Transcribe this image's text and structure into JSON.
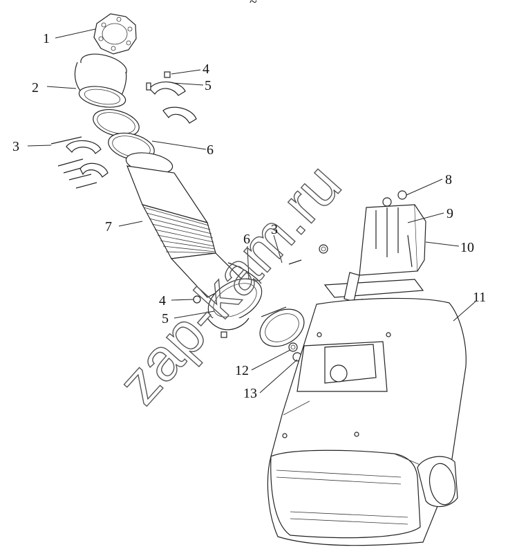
{
  "diagram": {
    "watermark": "zap-kam.ru",
    "top_mark": "~",
    "callouts": [
      "1",
      "2",
      "3",
      "4",
      "5",
      "6",
      "7",
      "3",
      "6",
      "4",
      "5",
      "8",
      "9",
      "10",
      "11",
      "12",
      "13"
    ]
  }
}
